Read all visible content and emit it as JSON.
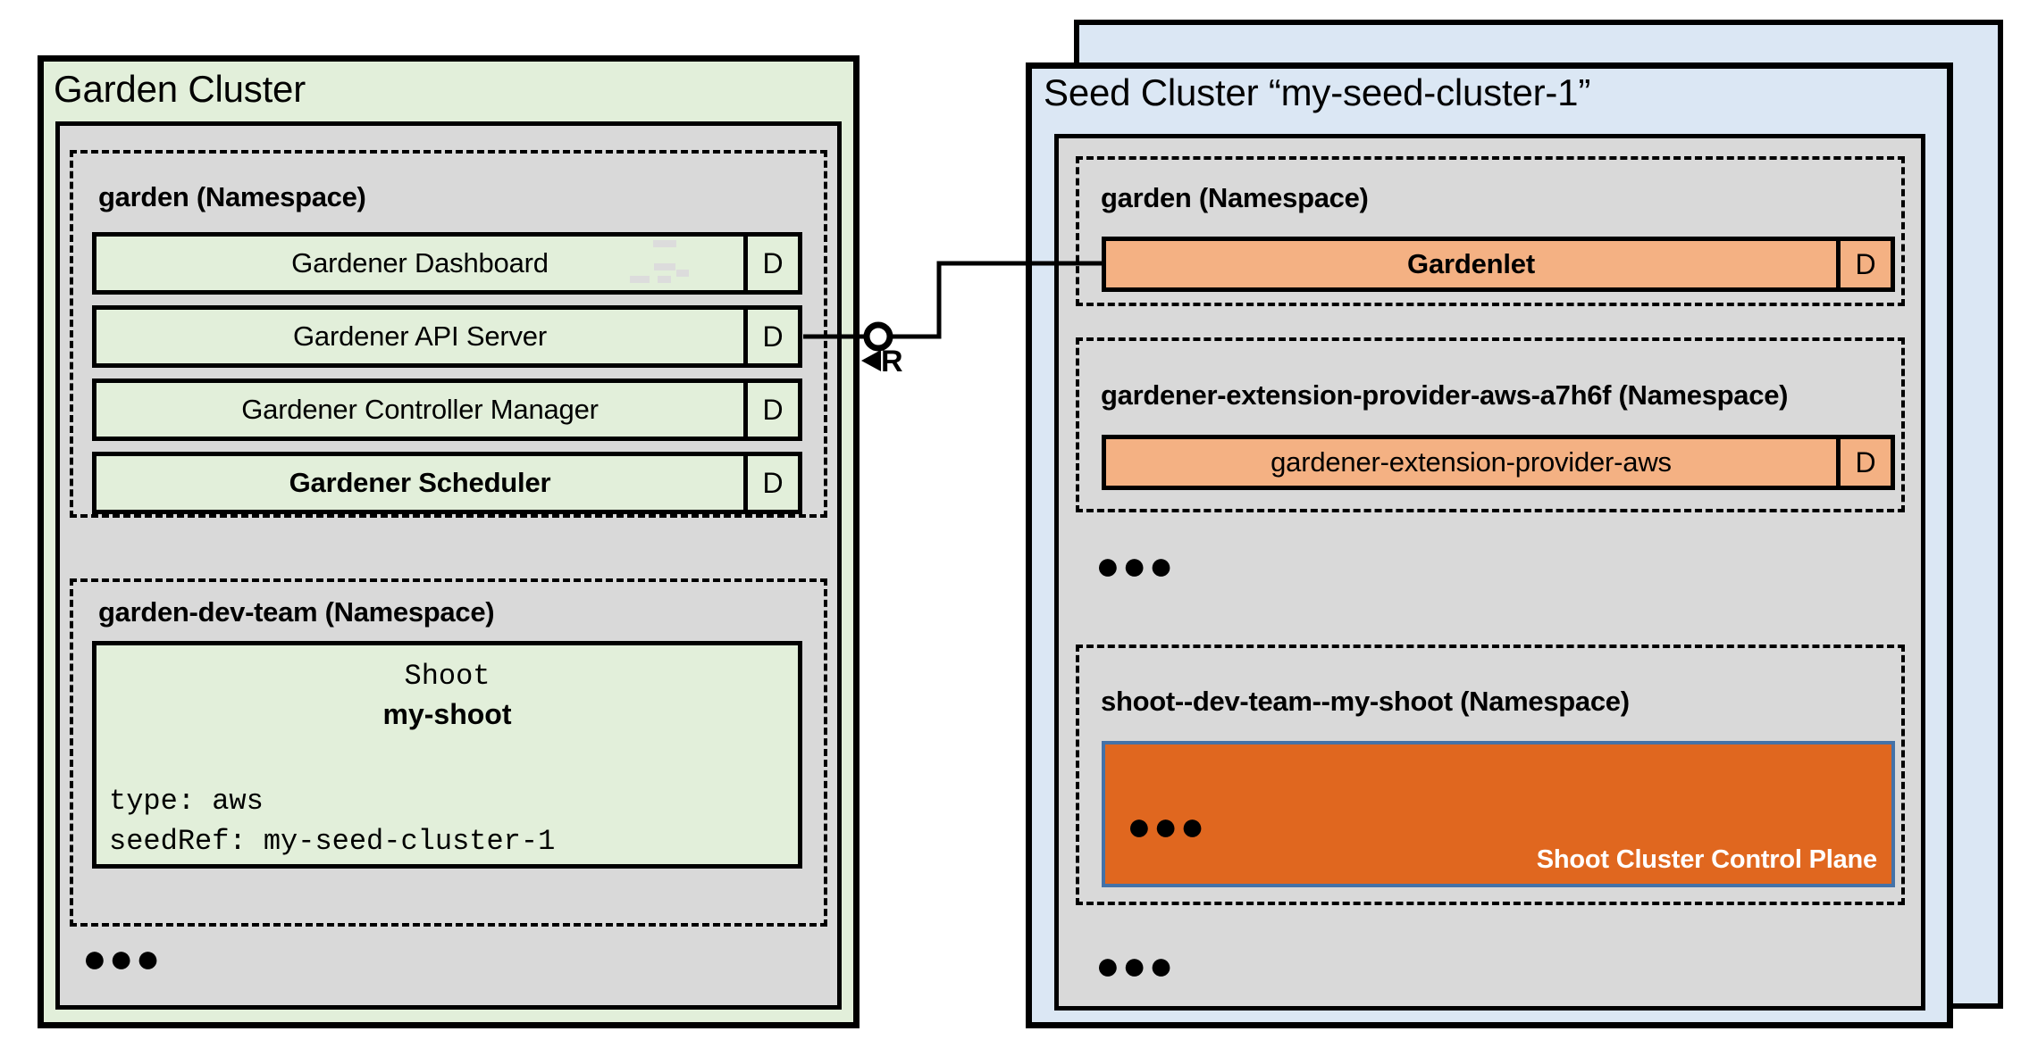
{
  "diagram": {
    "title_left": "Garden Cluster",
    "title_right": "Seed Cluster “my-seed-cluster-1”",
    "ellipsis": "●●●",
    "colors": {
      "garden_cluster_fill": "#e2efda",
      "seed_cluster_fill": "#dbe7f4",
      "namespace_fill": "#d9d9d9",
      "garden_component_fill": "#e2efda",
      "seed_component_fill": "#f4b183",
      "control_plane_fill": "#e0671f",
      "control_plane_border": "#4472a8",
      "outline": "#000000"
    }
  },
  "garden_cluster": {
    "title": "Garden Cluster",
    "namespaces": [
      {
        "name": "garden (Namespace)",
        "components": [
          {
            "label": "Gardener Dashboard",
            "badge": "D",
            "bold": false
          },
          {
            "label": "Gardener API Server",
            "badge": "D",
            "bold": false
          },
          {
            "label": "Gardener Controller Manager",
            "badge": "D",
            "bold": false
          },
          {
            "label": "Gardener Scheduler",
            "badge": "D",
            "bold": true
          }
        ]
      },
      {
        "name": "garden-dev-team (Namespace)",
        "shoot_resource": {
          "kind": "Shoot",
          "name": "my-shoot",
          "spec_lines": [
            "type: aws",
            "seedRef: my-seed-cluster-1"
          ]
        }
      }
    ],
    "more_indicator": "●●●"
  },
  "seed_cluster": {
    "title": "Seed Cluster “my-seed-cluster-1”",
    "namespaces": [
      {
        "name": "garden (Namespace)",
        "components": [
          {
            "label": "Gardenlet",
            "badge": "D",
            "bold": true
          }
        ]
      },
      {
        "name": "gardener-extension-provider-aws-a7h6f (Namespace)",
        "components": [
          {
            "label": "gardener-extension-provider-aws",
            "badge": "D",
            "bold": false
          }
        ]
      },
      {
        "name": "shoot--dev-team--my-shoot (Namespace)",
        "control_plane": {
          "label": "Shoot Cluster Control Plane",
          "more_indicator": "●●●"
        }
      }
    ],
    "more_indicator_middle": "●●●",
    "more_indicator_bottom": "●●●"
  },
  "connector": {
    "interface_label": "R",
    "from": "Gardener API Server",
    "to": "Gardenlet",
    "symbol": "provided-interface-lollipop"
  }
}
